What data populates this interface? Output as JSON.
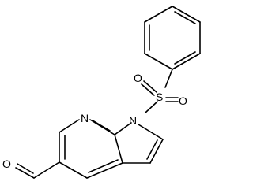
{
  "diagram": {
    "type": "chemical-structure",
    "atoms": {
      "sulfonyl_oxygen_left": "O",
      "sulfonyl_oxygen_right": "O",
      "sulfur": "S",
      "pyrrole_nitrogen": "N",
      "pyridine_nitrogen": "N",
      "aldehyde_oxygen": "O"
    }
  }
}
